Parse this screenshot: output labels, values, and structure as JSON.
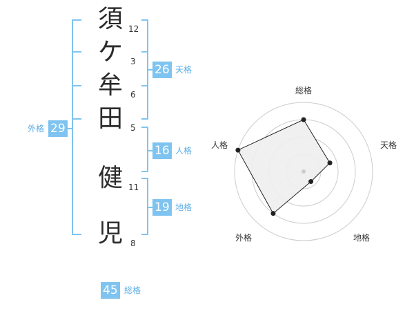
{
  "name": {
    "characters": [
      {
        "char": "須",
        "strokes": "12"
      },
      {
        "char": "ケ",
        "strokes": "3"
      },
      {
        "char": "牟",
        "strokes": "6"
      },
      {
        "char": "田",
        "strokes": "5"
      },
      {
        "char": "健",
        "strokes": "11"
      },
      {
        "char": "児",
        "strokes": "8"
      }
    ]
  },
  "kakusu": {
    "tenkaku": {
      "value": "26",
      "label": "天格"
    },
    "jinkaku": {
      "value": "16",
      "label": "人格"
    },
    "chikaku": {
      "value": "19",
      "label": "地格"
    },
    "gaikaku": {
      "value": "29",
      "label": "外格"
    },
    "soukaku": {
      "value": "45",
      "label": "総格"
    }
  },
  "radar": {
    "axes": [
      "総格",
      "天格",
      "地格",
      "外格",
      "人格"
    ],
    "values": [
      0.75,
      0.4,
      0.18,
      0.75,
      1.0
    ],
    "rings": 4
  },
  "colors": {
    "accent": "#7fc4f0",
    "accent_text": "#5aaee6",
    "bracket": "#7fc4f0",
    "radar_fill": "#eeeeee",
    "radar_line": "#222222",
    "ring": "#cccccc"
  }
}
